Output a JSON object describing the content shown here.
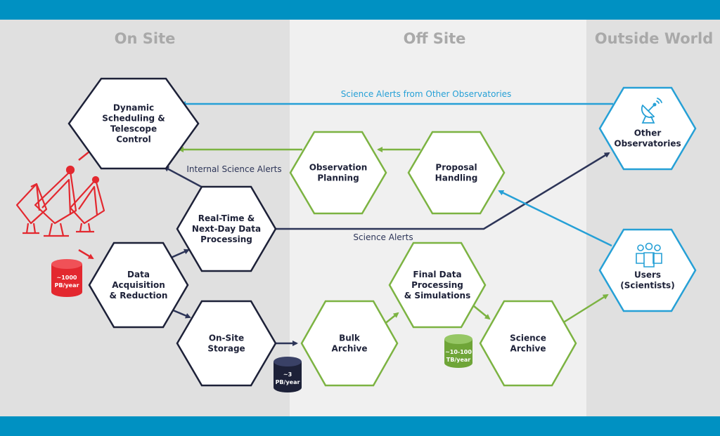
{
  "zones": {
    "on_site": "On Site",
    "off_site": "Off Site",
    "outside_world": "Outside World"
  },
  "nodes": {
    "dynamic_scheduling": [
      "Dynamic",
      "Scheduling &",
      "Telescope",
      "Control"
    ],
    "observation_planning": [
      "Observation",
      "Planning"
    ],
    "proposal_handling": [
      "Proposal",
      "Handling"
    ],
    "other_observatories": [
      "Other",
      "Observatories"
    ],
    "real_time_processing": [
      "Real-Time &",
      "Next-Day Data",
      "Processing"
    ],
    "data_acquisition": [
      "Data",
      "Acquisition",
      "& Reduction"
    ],
    "on_site_storage": [
      "On-Site",
      "Storage"
    ],
    "bulk_archive": [
      "Bulk",
      "Archive"
    ],
    "final_data_processing": [
      "Final Data",
      "Processing",
      "& Simulations"
    ],
    "science_archive": [
      "Science",
      "Archive"
    ],
    "users": [
      "Users",
      "(Scientists)"
    ]
  },
  "edge_labels": {
    "science_alerts_other": "Science Alerts from Other Observatories",
    "internal_science_alerts": "Internal Science Alerts",
    "science_alerts": "Science Alerts"
  },
  "databases": {
    "onsite_raw": [
      "~1000",
      "PB/year"
    ],
    "onsite_storage": [
      "~3",
      "PB/year"
    ],
    "archive_rate": [
      "~10-100",
      "TB/year"
    ]
  },
  "icons": {
    "telescope_array": "telescope-array-icon",
    "satellite_dish": "satellite-dish-icon",
    "users_group": "users-group-icon",
    "database": "database-icon"
  },
  "colors": {
    "band": "#0091c2",
    "onsite_bg": "#e0e0e0",
    "offsite_bg": "#f0f0f0",
    "outside_bg": "#e0e0e0",
    "onsite_node": "#1d2138",
    "offsite_node": "#7cb342",
    "outside_node": "#26a0d6",
    "red": "#e3282f",
    "navy": "#2d3558",
    "green": "#7cb342",
    "cyan": "#26a0d6"
  }
}
